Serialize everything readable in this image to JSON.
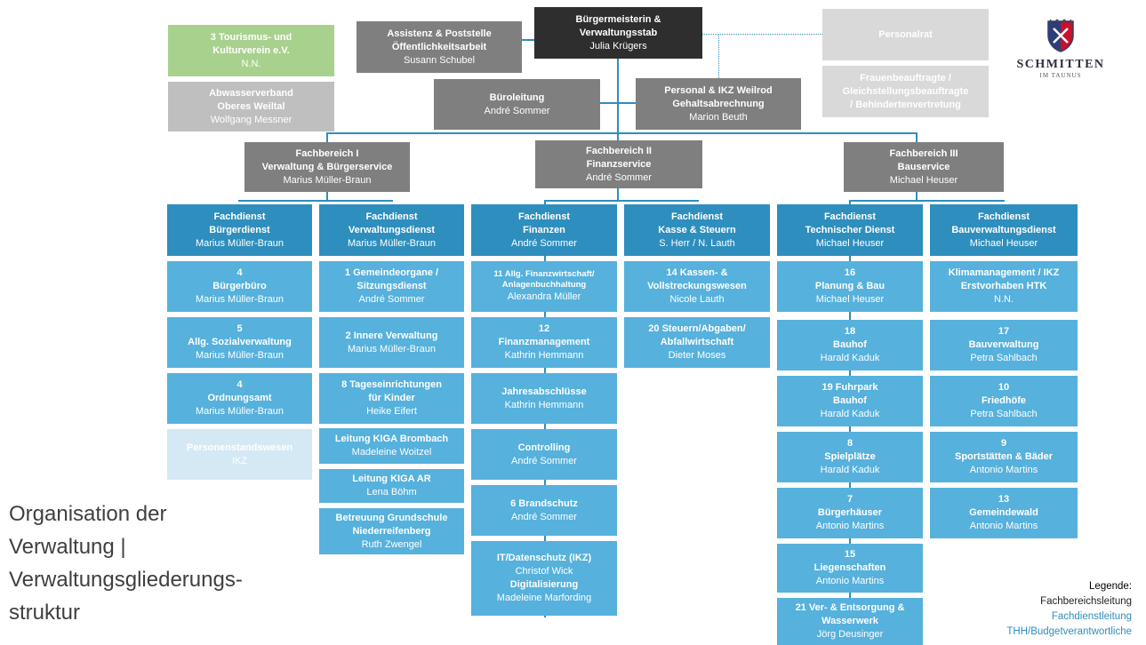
{
  "logo": {
    "name": "SCHMITTEN",
    "sub": "IM TAUNUS"
  },
  "title_lines": [
    "Organisation der",
    "Verwaltung |",
    "Verwaltungsgliederungs-",
    "struktur"
  ],
  "legend": {
    "heading": "Legende:",
    "items": [
      "Fachbereichsleitung",
      "Fachdienstleitung",
      "THH/Budgetverantwortliche"
    ]
  },
  "colors": {
    "leadership": "#2e2e2e",
    "fachbereich": "#7f7f7f",
    "fachdienst": "#2e8ebd",
    "unit": "#56b1dc"
  },
  "top": {
    "buergermeisterin": {
      "title": "Bürgermeisterin &",
      "title2": "Verwaltungsstab",
      "person": "Julia Krügers"
    },
    "assistenz": {
      "title": "Assistenz & Poststelle",
      "title2": "Öffentlichkeitsarbeit",
      "person": "Susann Schubel"
    },
    "tourismus": {
      "title": "3 Tourismus- und",
      "title2": "Kulturverein e.V.",
      "person": "N.N."
    },
    "abwasser": {
      "title": "Abwasserverband",
      "title2": "Oberes Weiltal",
      "person": "Wolfgang Messner"
    },
    "bueroleitung": {
      "title": "Büroleitung",
      "person": "André Sommer"
    },
    "personal": {
      "title": "Personal & IKZ Weilrod",
      "title2": "Gehaltsabrechnung",
      "person": "Marion Beuth"
    },
    "personalrat": {
      "title": "Personalrat"
    },
    "frauen": {
      "title": "Frauenbeauftragte /",
      "title2": "Gleichstellungsbeauftragte",
      "title3": "/ Behindertenvertretung"
    }
  },
  "fachbereiche": [
    {
      "title": "Fachbereich I",
      "title2": "Verwaltung & Bürgerservice",
      "person": "Marius Müller-Braun"
    },
    {
      "title": "Fachbereich II",
      "title2": "Finanzservice",
      "person": "André Sommer"
    },
    {
      "title": "Fachbereich III",
      "title2": "Bauservice",
      "person": "Michael Heuser"
    }
  ],
  "columns": [
    {
      "head": {
        "title": "Fachdienst",
        "title2": "Bürgerdienst",
        "person": "Marius Müller-Braun"
      },
      "units": [
        {
          "num": "4",
          "title": "Bürgerbüro",
          "person": "Marius Müller-Braun"
        },
        {
          "num": "5",
          "title": "Allg. Sozialverwaltung",
          "person": "Marius Müller-Braun"
        },
        {
          "num": "4",
          "title": "Ordnungsamt",
          "person": "Marius Müller-Braun"
        },
        {
          "title": "Personenstandswesen",
          "person": "IKZ"
        }
      ]
    },
    {
      "head": {
        "title": "Fachdienst",
        "title2": "Verwaltungsdienst",
        "person": "Marius Müller-Braun"
      },
      "units": [
        {
          "title": "1 Gemeindeorgane /",
          "title2": "Sitzungsdienst",
          "person": "André Sommer"
        },
        {
          "title": "2 Innere Verwaltung",
          "person": "Marius Müller-Braun"
        },
        {
          "title": "8 Tageseinrichtungen",
          "title2": "für Kinder",
          "person": "Heike Eifert"
        },
        {
          "title": "Leitung KIGA Brombach",
          "person": "Madeleine Woitzel"
        },
        {
          "title": "Leitung KIGA AR",
          "person": "Lena Böhm"
        },
        {
          "title": "Betreuung Grundschule",
          "title2": "Niederreifenberg",
          "person": "Ruth Zwengel"
        }
      ]
    },
    {
      "head": {
        "title": "Fachdienst",
        "title2": "Finanzen",
        "person": "André Sommer"
      },
      "units": [
        {
          "title": "11 Allg. Finanzwirtschaft/",
          "title2": "Anlagenbuchhaltung",
          "person": "Alexandra Müller"
        },
        {
          "num": "12",
          "title": "Finanzmanagement",
          "person": "Kathrin Hemmann"
        },
        {
          "title": "Jahresabschlüsse",
          "person": "Kathrin Hemmann"
        },
        {
          "title": "Controlling",
          "person": "André Sommer"
        },
        {
          "title": "6 Brandschutz",
          "person": "André Sommer"
        },
        {
          "title": "IT/Datenschutz (IKZ)",
          "person": "Christof Wick",
          "title3": "Digitalisierung",
          "person2": "Madeleine Marfording"
        }
      ]
    },
    {
      "head": {
        "title": "Fachdienst",
        "title2": "Kasse & Steuern",
        "person": "S. Herr / N. Lauth"
      },
      "units": [
        {
          "title": "14 Kassen- &",
          "title2": "Vollstreckungswesen",
          "person": "Nicole Lauth"
        },
        {
          "title": "20 Steuern/Abgaben/",
          "title2": "Abfallwirtschaft",
          "person": "Dieter Moses"
        }
      ]
    },
    {
      "head": {
        "title": "Fachdienst",
        "title2": "Technischer Dienst",
        "person": "Michael Heuser"
      },
      "units": [
        {
          "num": "16",
          "title": "Planung & Bau",
          "person": "Michael Heuser"
        },
        {
          "num": "18",
          "title": "Bauhof",
          "person": "Harald Kaduk"
        },
        {
          "title": "19 Fuhrpark",
          "title2": "Bauhof",
          "person": "Harald Kaduk"
        },
        {
          "num": "8",
          "title": "Spielplätze",
          "person": "Harald Kaduk"
        },
        {
          "num": "7",
          "title": "Bürgerhäuser",
          "person": "Antonio Martins"
        },
        {
          "num": "15",
          "title": "Liegenschaften",
          "person": "Antonio Martins"
        },
        {
          "title": "21 Ver- & Entsorgung &",
          "title2": "Wasserwerk",
          "person": "Jörg Deusinger"
        }
      ]
    },
    {
      "head": {
        "title": "Fachdienst",
        "title2": "Bauverwaltungsdienst",
        "person": "Michael Heuser"
      },
      "units": [
        {
          "title": "Klimamanagement / IKZ",
          "title2": "Erstvorhaben HTK",
          "person": "N.N."
        },
        {
          "num": "17",
          "title": "Bauverwaltung",
          "person": "Petra Sahlbach"
        },
        {
          "num": "10",
          "title": "Friedhöfe",
          "person": "Petra Sahlbach"
        },
        {
          "num": "9",
          "title": "Sportstätten & Bäder",
          "person": "Antonio Martins"
        },
        {
          "num": "13",
          "title": "Gemeindewald",
          "person": "Antonio Martins"
        }
      ]
    }
  ]
}
